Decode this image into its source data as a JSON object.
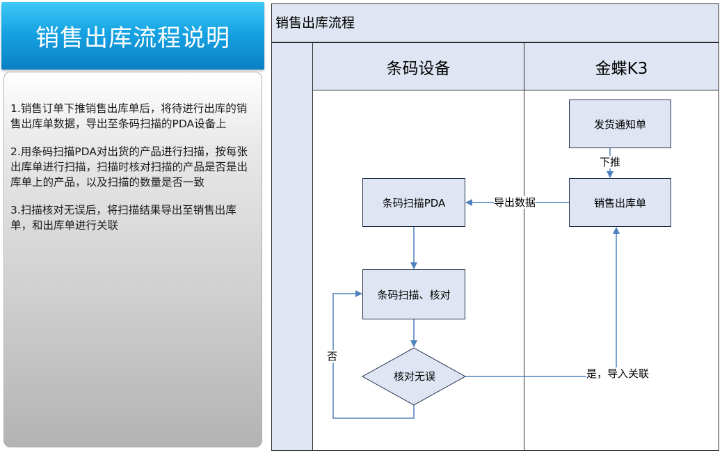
{
  "left_panel": {
    "title": "销售出库流程说明",
    "paragraphs": [
      "1.销售订单下推销售出库单后，将待进行出库的销售出库单数据，导出至条码扫描的PDA设备上",
      "2.用条码扫描PDA对出货的产品进行扫描，按每张出库单进行扫描，扫描时核对扫描的产品是否是出库单上的产品，以及扫描的数量是否一致",
      "3.扫描核对无误后，将扫描结果导出至销售出库单，和出库单进行关联"
    ]
  },
  "diagram": {
    "title": "销售出库流程",
    "lanes": [
      "条码设备",
      "金蝶K3"
    ],
    "nodes": {
      "delivery_notice": "发货通知单",
      "sales_outbound": "销售出库单",
      "pda_scan": "条码扫描PDA",
      "scan_check": "条码扫描、核对",
      "verify": "核对无误"
    },
    "edge_labels": {
      "push_down": "下推",
      "export_data": "导出数据",
      "no": "否",
      "yes_import": "是，导入关联"
    }
  }
}
